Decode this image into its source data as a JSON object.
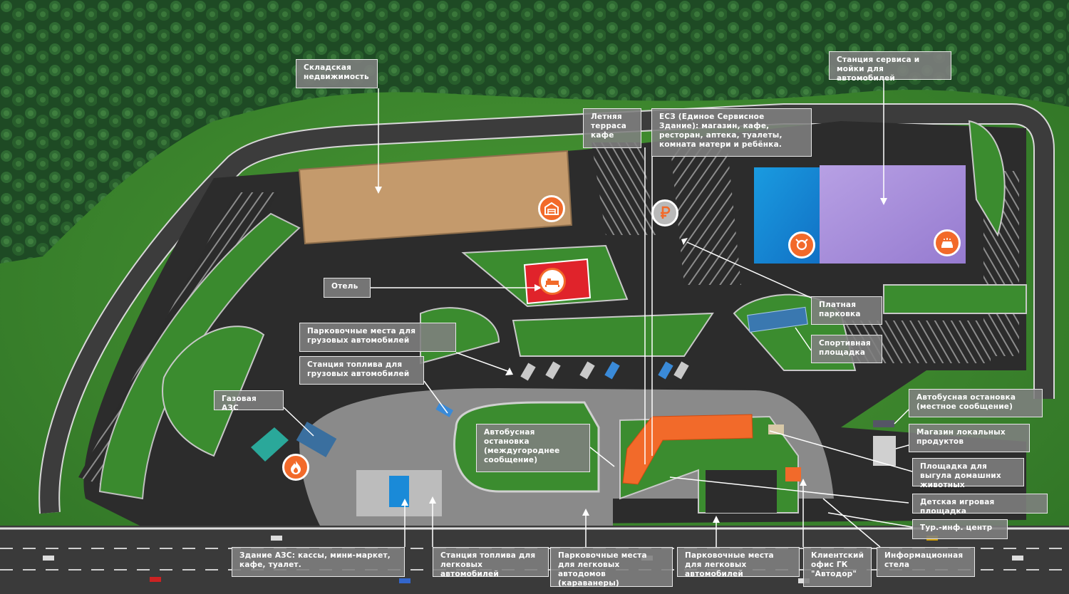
{
  "labels": {
    "warehouse": "Складская недвижимость",
    "service_station": "Станция сервиса и мойки для автомобилей",
    "summer_terrace": "Летняя терраса кафе",
    "esz": "ЕСЗ (Единое Сервисное Здание): магазин, кафе, ресторан, аптека, туалеты, комната матери и ребёнка.",
    "hotel": "Отель",
    "paid_parking": "Платная парковка",
    "sports_ground": "Спортивная площадка",
    "truck_parking": "Парковочные места для грузовых автомобилей",
    "truck_fuel": "Станция топлива для грузовых автомобилей",
    "gas_station": "Газовая АЗС",
    "bus_stop_intercity": "Автобусная остановка (междугороднее сообщение)",
    "bus_stop_local": "Автобусная остановка (местное сообщение)",
    "local_products": "Магазин локальных продуктов",
    "pet_walk": "Площадка для выгула домашних животных",
    "playground": "Детская игровая площадка",
    "tour_info": "Тур.-инф. центр",
    "azs_building": "Здание АЗС: кассы, мини-маркет, кафе, туалет.",
    "car_fuel": "Станция топлива для легковых автомобилей",
    "camper_parking": "Парковочные места для легковых автодомов (караванеры)",
    "car_parking": "Парковочные места для легковых автомобилей",
    "client_office": "Клиентский офис ГК \"Автодор\"",
    "info_stele": "Информационная стела"
  },
  "icons": [
    "warehouse-icon",
    "ruble-icon",
    "car-repair-icon",
    "car-wash-icon",
    "hotel-bed-icon",
    "gas-flame-icon"
  ],
  "colors": {
    "grass": "#3e8a2e",
    "forest": "#1f4a22",
    "asphalt": "#2a2a2a",
    "road": "#4a4a4a",
    "warehouse": "#c49a6c",
    "service_blue": "#1a8ad8",
    "service_purple": "#a98fd8",
    "esz_orange": "#f26a2a",
    "hotel_red": "#e0232b",
    "accent_orange": "#f26a2a",
    "label_gray": "#808080"
  }
}
